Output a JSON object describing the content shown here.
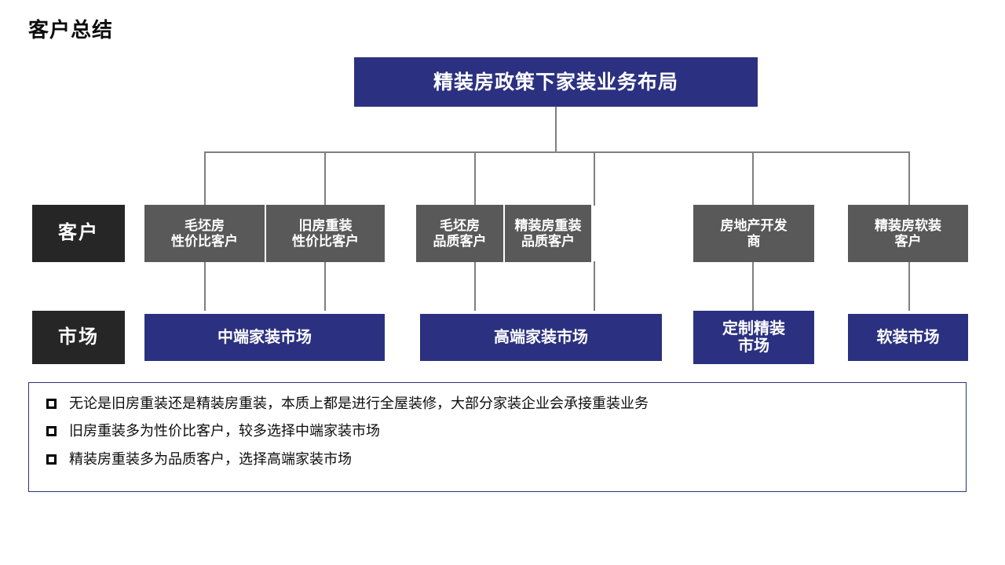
{
  "page": {
    "title": "客户总结",
    "accent_blue": "#2b3180",
    "gray": "#595959",
    "dark": "#262626",
    "line_gray": "#7f7f7f"
  },
  "root": {
    "label": "精装房政策下家装业务布局"
  },
  "row_labels": {
    "customer": "客户",
    "market": "市场"
  },
  "customers": [
    {
      "label": "毛坯房\n性价比客户"
    },
    {
      "label": "旧房重装\n性价比客户"
    },
    {
      "label": "毛坯房\n品质客户"
    },
    {
      "label": "精装房重装\n品质客户"
    },
    {
      "label": "房地产开发\n商"
    },
    {
      "label": "精装房软装\n客户"
    }
  ],
  "markets": [
    {
      "label": "中端家装市场"
    },
    {
      "label": "高端家装市场"
    },
    {
      "label": "定制精装\n市场"
    },
    {
      "label": "软装市场"
    }
  ],
  "notes": [
    {
      "text": "无论是旧房重装还是精装房重装，本质上都是进行全屋装修，大部分家装企业会承接重装业务"
    },
    {
      "text": "旧房重装多为性价比客户，较多选择中端家装市场"
    },
    {
      "text": "精装房重装多为品质客户，选择高端家装市场"
    }
  ]
}
